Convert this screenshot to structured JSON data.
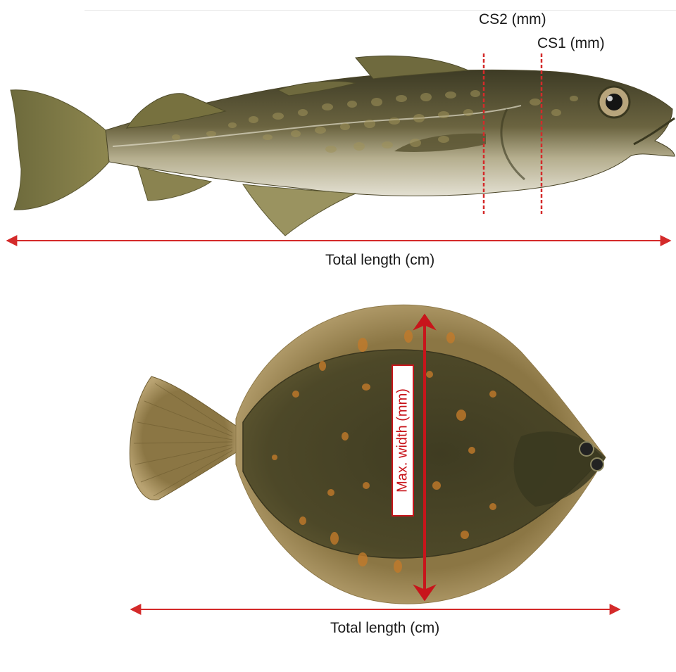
{
  "labels": {
    "cs2": "CS2 (mm)",
    "cs1": "CS1 (mm)",
    "cod_total_length": "Total length (cm)",
    "flounder_max_width": "Max. width (mm)",
    "flounder_total_length": "Total length (cm)"
  },
  "colors": {
    "measure_red": "#d42a2a",
    "cod_back": "#4a4a2e",
    "cod_spots": "#9a8a55",
    "cod_belly": "#d9d6c6",
    "flounder_body": "#4a4526",
    "flounder_fin": "#a58d55",
    "flounder_spots": "#c27a2a"
  }
}
